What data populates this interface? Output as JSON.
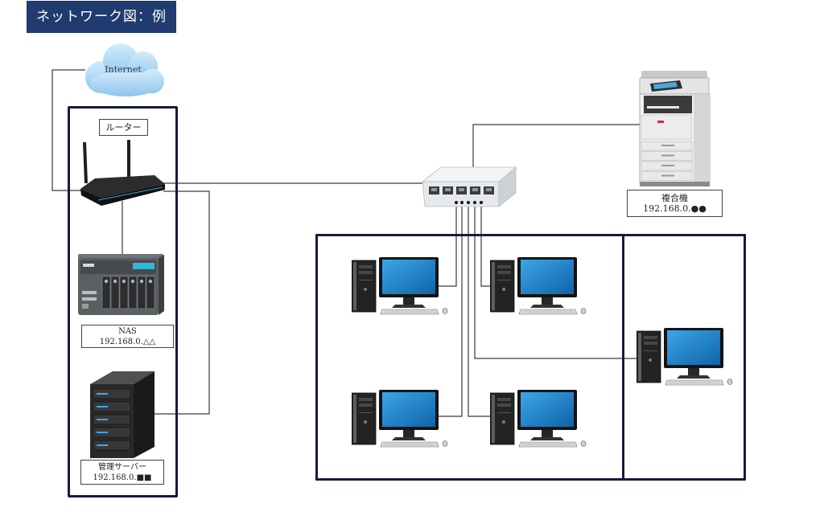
{
  "title": "ネットワーク図：例",
  "internet": {
    "label": "Internet"
  },
  "router": {
    "label": "ルーター"
  },
  "nas": {
    "name": "NAS",
    "ip": "192.168.0.△△"
  },
  "server": {
    "name": "管理サーバー",
    "ip": "192.168.0.■■"
  },
  "printer": {
    "name": "複合機",
    "ip": "192.168.0.●●"
  },
  "colors": {
    "title_background": "#1f3b70",
    "title_text": "#ffffff",
    "group_border": "#151b3d",
    "cloud": "#a8d3f2",
    "monitor_screen": "#1b7ec6",
    "connection_line": "#3a3a3a"
  },
  "icons": [
    "cloud-icon",
    "router-icon",
    "nas-icon",
    "server-icon",
    "switch-icon",
    "printer-icon",
    "desktop-pc-icon"
  ]
}
